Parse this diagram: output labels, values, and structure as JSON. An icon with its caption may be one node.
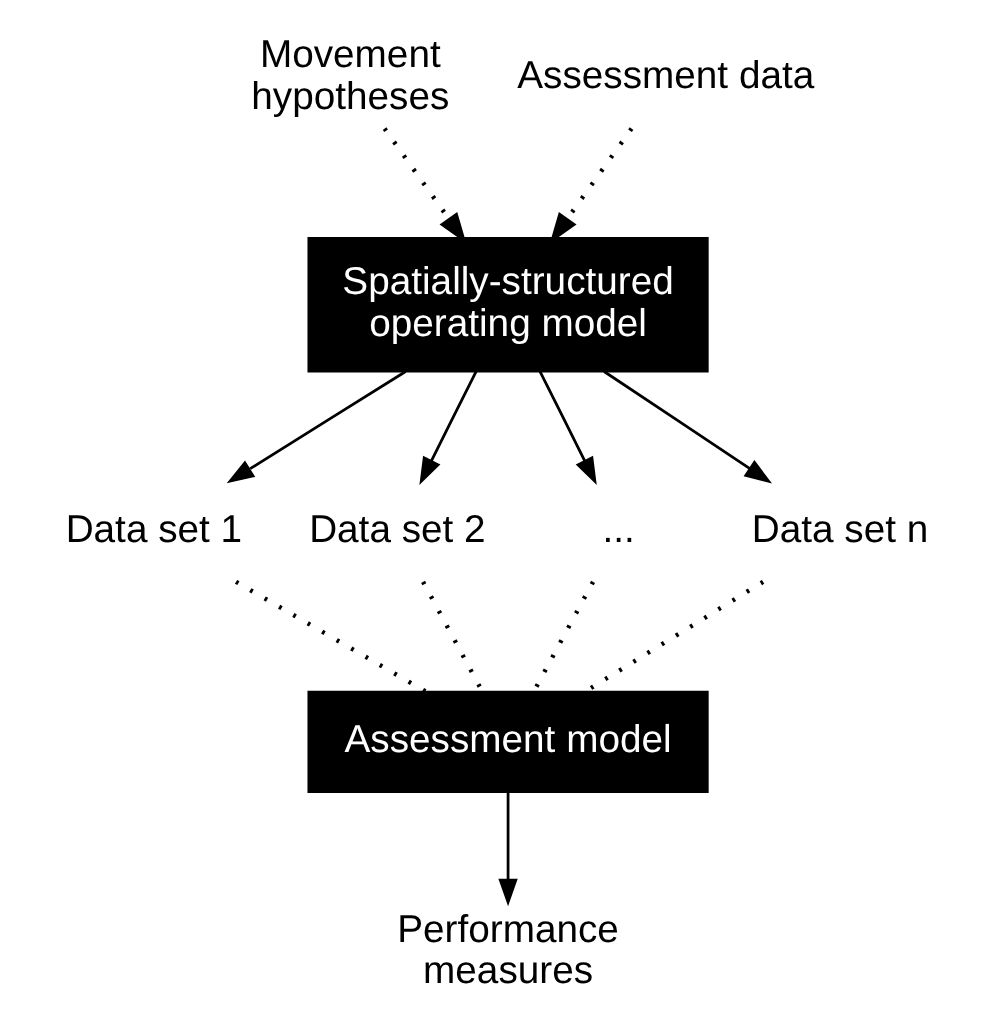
{
  "diagram": {
    "nodes": [
      {
        "text": [
          "Movement hypotheses"
        ]
      },
      {
        "text": [
          "Assessment data"
        ]
      },
      {
        "text": [
          "Spatially-structured operating model"
        ]
      },
      {
        "text": [
          "Data set 1"
        ]
      },
      {
        "text": [
          "Data set 2"
        ]
      },
      {
        "text": [
          "..."
        ]
      },
      {
        "text": [
          "Data set n"
        ]
      },
      {
        "text": [
          "Assessment model"
        ]
      },
      {
        "text": [
          "Performance measures"
        ]
      }
    ],
    "edges": [
      {
        "from": 0,
        "to": 2,
        "arrow": "to",
        "style": "dashed"
      },
      {
        "from": 1,
        "to": 2,
        "arrow": "to",
        "style": "dashed"
      },
      {
        "from": 2,
        "to": 3,
        "arrow": "to"
      },
      {
        "from": 2,
        "to": 4,
        "arrow": "to"
      },
      {
        "from": 2,
        "to": 5,
        "arrow": "to"
      },
      {
        "from": 2,
        "to": 6,
        "arrow": "to"
      },
      {
        "from": 3,
        "to": 7,
        "arrow": "none",
        "style": "dashed"
      },
      {
        "from": 4,
        "to": 7,
        "arrow": "none",
        "style": "dashed"
      },
      {
        "from": 5,
        "to": 7,
        "arrow": "none",
        "style": "dashed"
      },
      {
        "from": 6,
        "to": 7,
        "arrow": "none",
        "style": "dashed"
      },
      {
        "from": 7,
        "to": 8,
        "arrow": "to"
      }
    ]
  }
}
